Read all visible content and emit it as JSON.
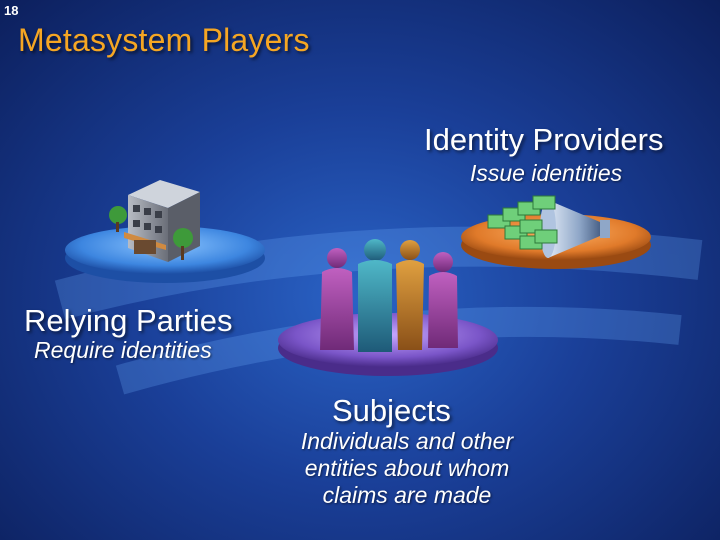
{
  "slide_number": "18",
  "title": "Metasystem Players",
  "identity_providers": {
    "title": "Identity Providers",
    "description": "Issue identities"
  },
  "relying_parties": {
    "title": "Relying Parties",
    "description": "Require identities"
  },
  "subjects": {
    "title": "Subjects",
    "description": "Individuals and other entities about whom claims are made"
  },
  "colors": {
    "title": "#f5a623",
    "background": "#1a3f98",
    "relying_platform": "#3d86e0",
    "provider_platform": "#e07a2a",
    "subject_platform": "#7a55c8"
  },
  "icons": [
    "building-icon",
    "people-icon",
    "funnel-icon",
    "card-stack-icon",
    "tree-icon"
  ]
}
